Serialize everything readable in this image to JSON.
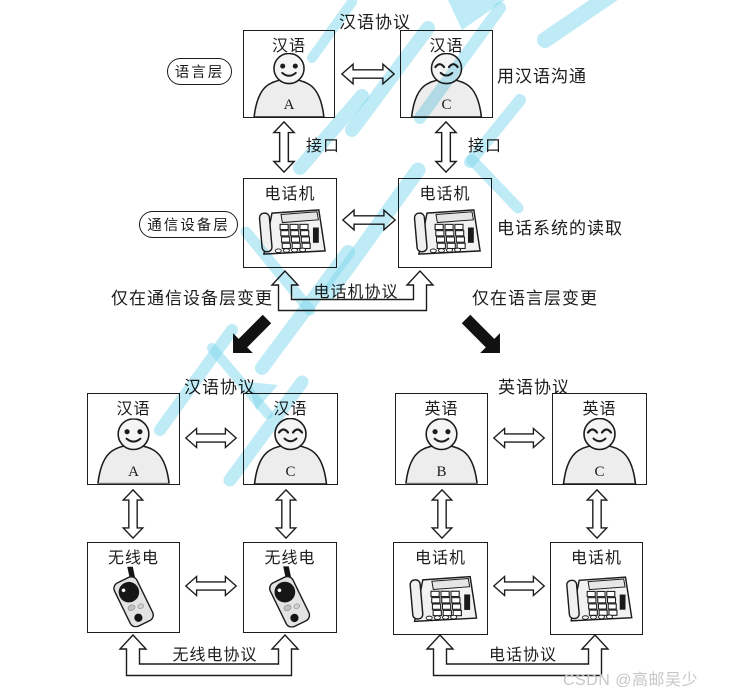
{
  "page": {
    "background": "#ffffff",
    "line_color": "#1c1c1c"
  },
  "watermark": {
    "csdn_credit": "CSDN @高邮吴少",
    "diagonal_stroke_color": "#7fd7ee"
  },
  "top_diagram": {
    "protocol_title": "汉语协议",
    "language_layer_label": "语言层",
    "device_layer_label": "通信设备层",
    "person_a": {
      "language": "汉语",
      "letter": "A"
    },
    "person_c": {
      "language": "汉语",
      "letter": "C"
    },
    "communicate_note": "用汉语沟通",
    "device_note": "电话系统的读取",
    "interface_left": "接口",
    "interface_right": "接口",
    "phone_left": "电话机",
    "phone_right": "电话机",
    "phone_protocol_label": "电话机协议",
    "change_note_left": "仅在通信设备层变更",
    "change_note_right": "仅在语言层变更"
  },
  "bottom_left_diagram": {
    "protocol_title": "汉语协议",
    "person_a": {
      "language": "汉语",
      "letter": "A"
    },
    "person_c": {
      "language": "汉语",
      "letter": "C"
    },
    "device_left": "无线电",
    "device_right": "无线电",
    "device_protocol_label": "无线电协议"
  },
  "bottom_right_diagram": {
    "protocol_title": "英语协议",
    "person_b": {
      "language": "英语",
      "letter": "B"
    },
    "person_c": {
      "language": "英语",
      "letter": "C"
    },
    "device_left": "电话机",
    "device_right": "电话机",
    "device_protocol_label": "电话协议"
  }
}
